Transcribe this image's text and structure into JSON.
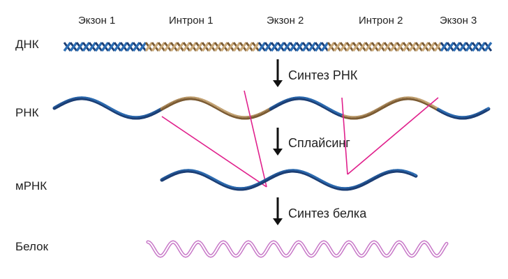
{
  "segments": {
    "exon1": "Экзон 1",
    "intron1": "Интрон 1",
    "exon2": "Экзон 2",
    "intron2": "Интрон 2",
    "exon3": "Экзон 3"
  },
  "rows": {
    "dna": "ДНК",
    "rna": "РНК",
    "mrna": "мРНК",
    "protein": "Белок"
  },
  "steps": {
    "rna_synthesis": "Синтез РНК",
    "splicing": "Сплайсинг",
    "protein_synthesis": "Синтез белка"
  },
  "colors": {
    "exon": "#2e6fb5",
    "exon_dark": "#1b3d73",
    "intron": "#c9a97a",
    "intron_dark": "#7a5a32",
    "splice_line": "#e0208c",
    "protein": "#c878c8",
    "arrow": "#111111"
  }
}
